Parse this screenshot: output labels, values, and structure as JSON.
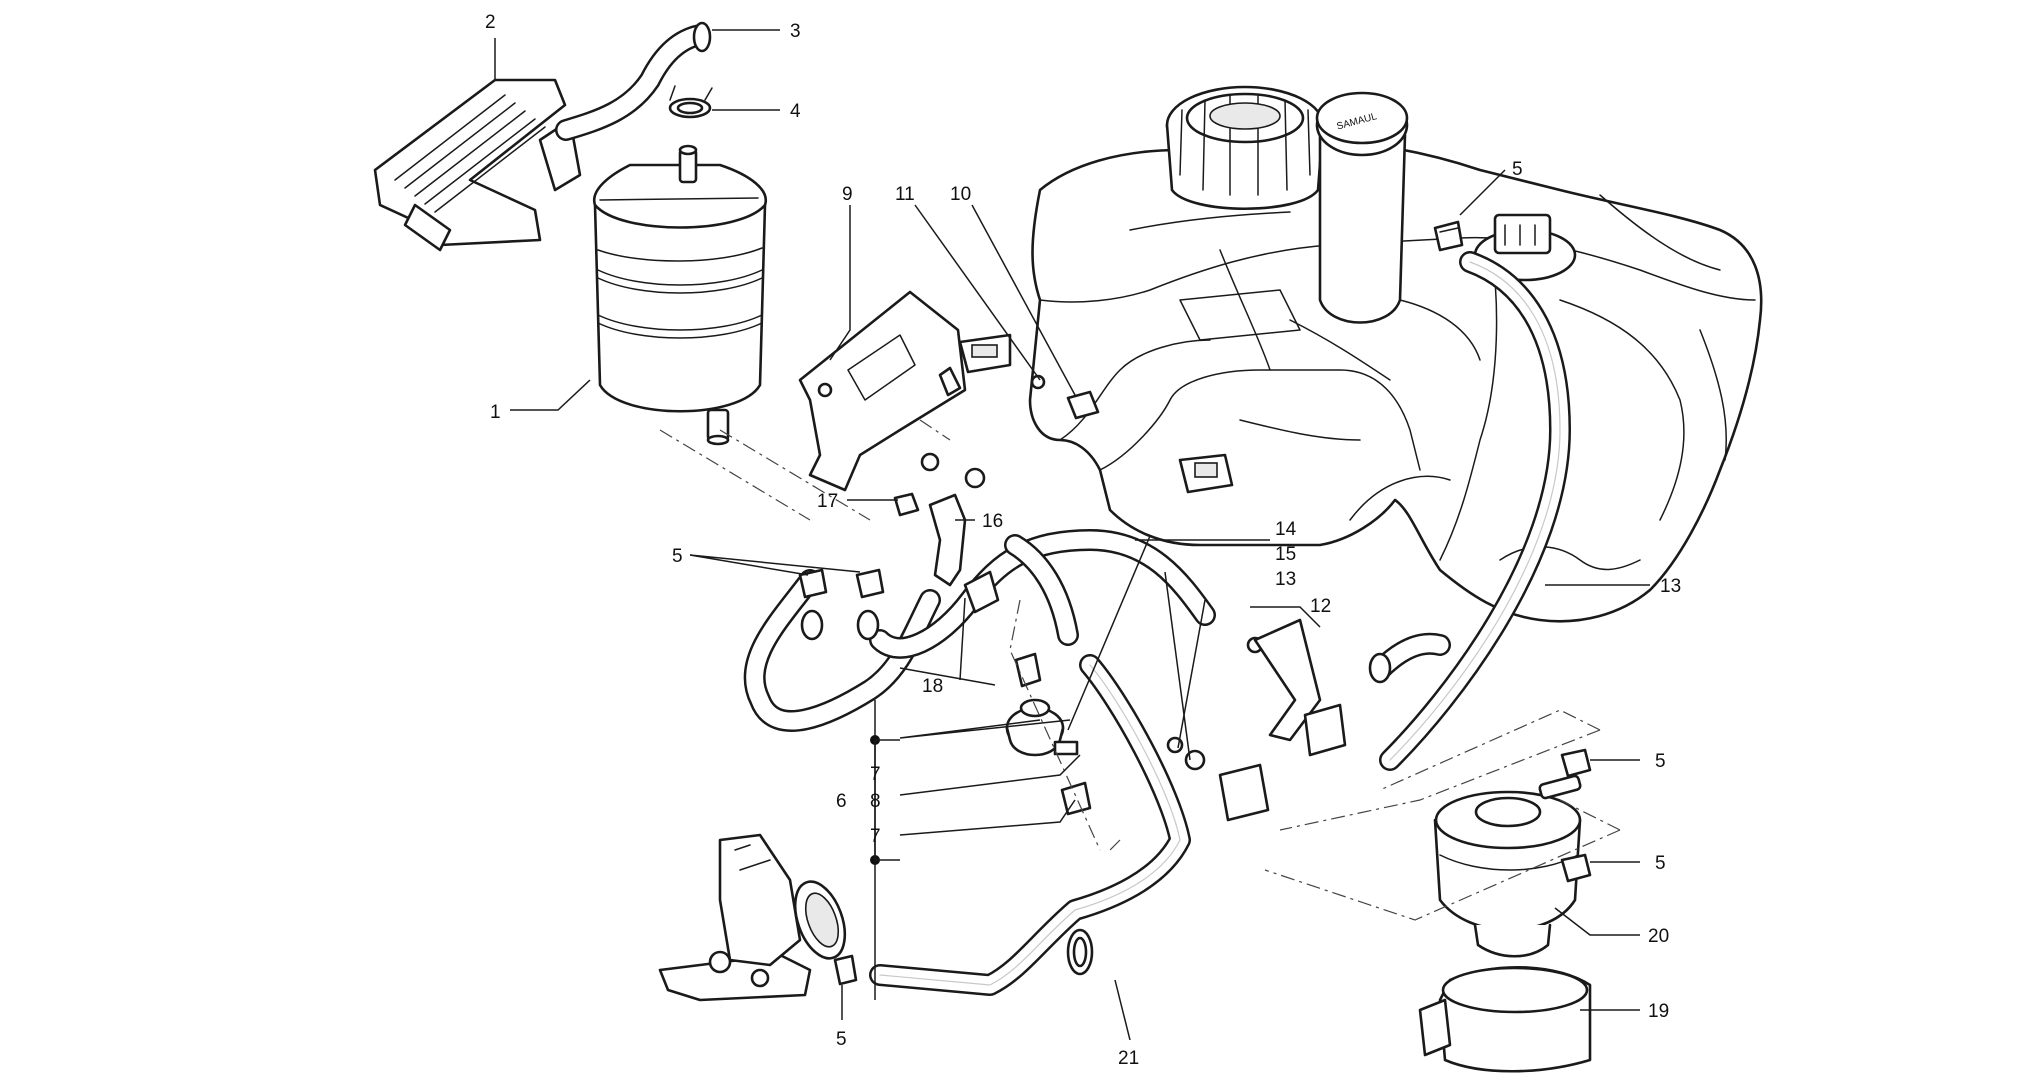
{
  "diagram": {
    "callouts": [
      {
        "id": "c-2",
        "text": "2"
      },
      {
        "id": "c-3",
        "text": "3"
      },
      {
        "id": "c-4",
        "text": "4"
      },
      {
        "id": "c-1",
        "text": "1"
      },
      {
        "id": "c-9",
        "text": "9"
      },
      {
        "id": "c-11",
        "text": "11"
      },
      {
        "id": "c-10",
        "text": "10"
      },
      {
        "id": "c-5a",
        "text": "5"
      },
      {
        "id": "c-17",
        "text": "17"
      },
      {
        "id": "c-16",
        "text": "16"
      },
      {
        "id": "c-5b",
        "text": "5"
      },
      {
        "id": "c-14",
        "text": "14"
      },
      {
        "id": "c-15",
        "text": "15"
      },
      {
        "id": "c-13a",
        "text": "13"
      },
      {
        "id": "c-12",
        "text": "12"
      },
      {
        "id": "c-13b",
        "text": "13"
      },
      {
        "id": "c-18",
        "text": "18"
      },
      {
        "id": "c-7a",
        "text": "7"
      },
      {
        "id": "c-8",
        "text": "8"
      },
      {
        "id": "c-6",
        "text": "6"
      },
      {
        "id": "c-7b",
        "text": "7"
      },
      {
        "id": "c-5c",
        "text": "5"
      },
      {
        "id": "c-5d",
        "text": "5"
      },
      {
        "id": "c-20",
        "text": "20"
      },
      {
        "id": "c-19",
        "text": "19"
      },
      {
        "id": "c-5e",
        "text": "5"
      },
      {
        "id": "c-21",
        "text": "21"
      }
    ]
  }
}
